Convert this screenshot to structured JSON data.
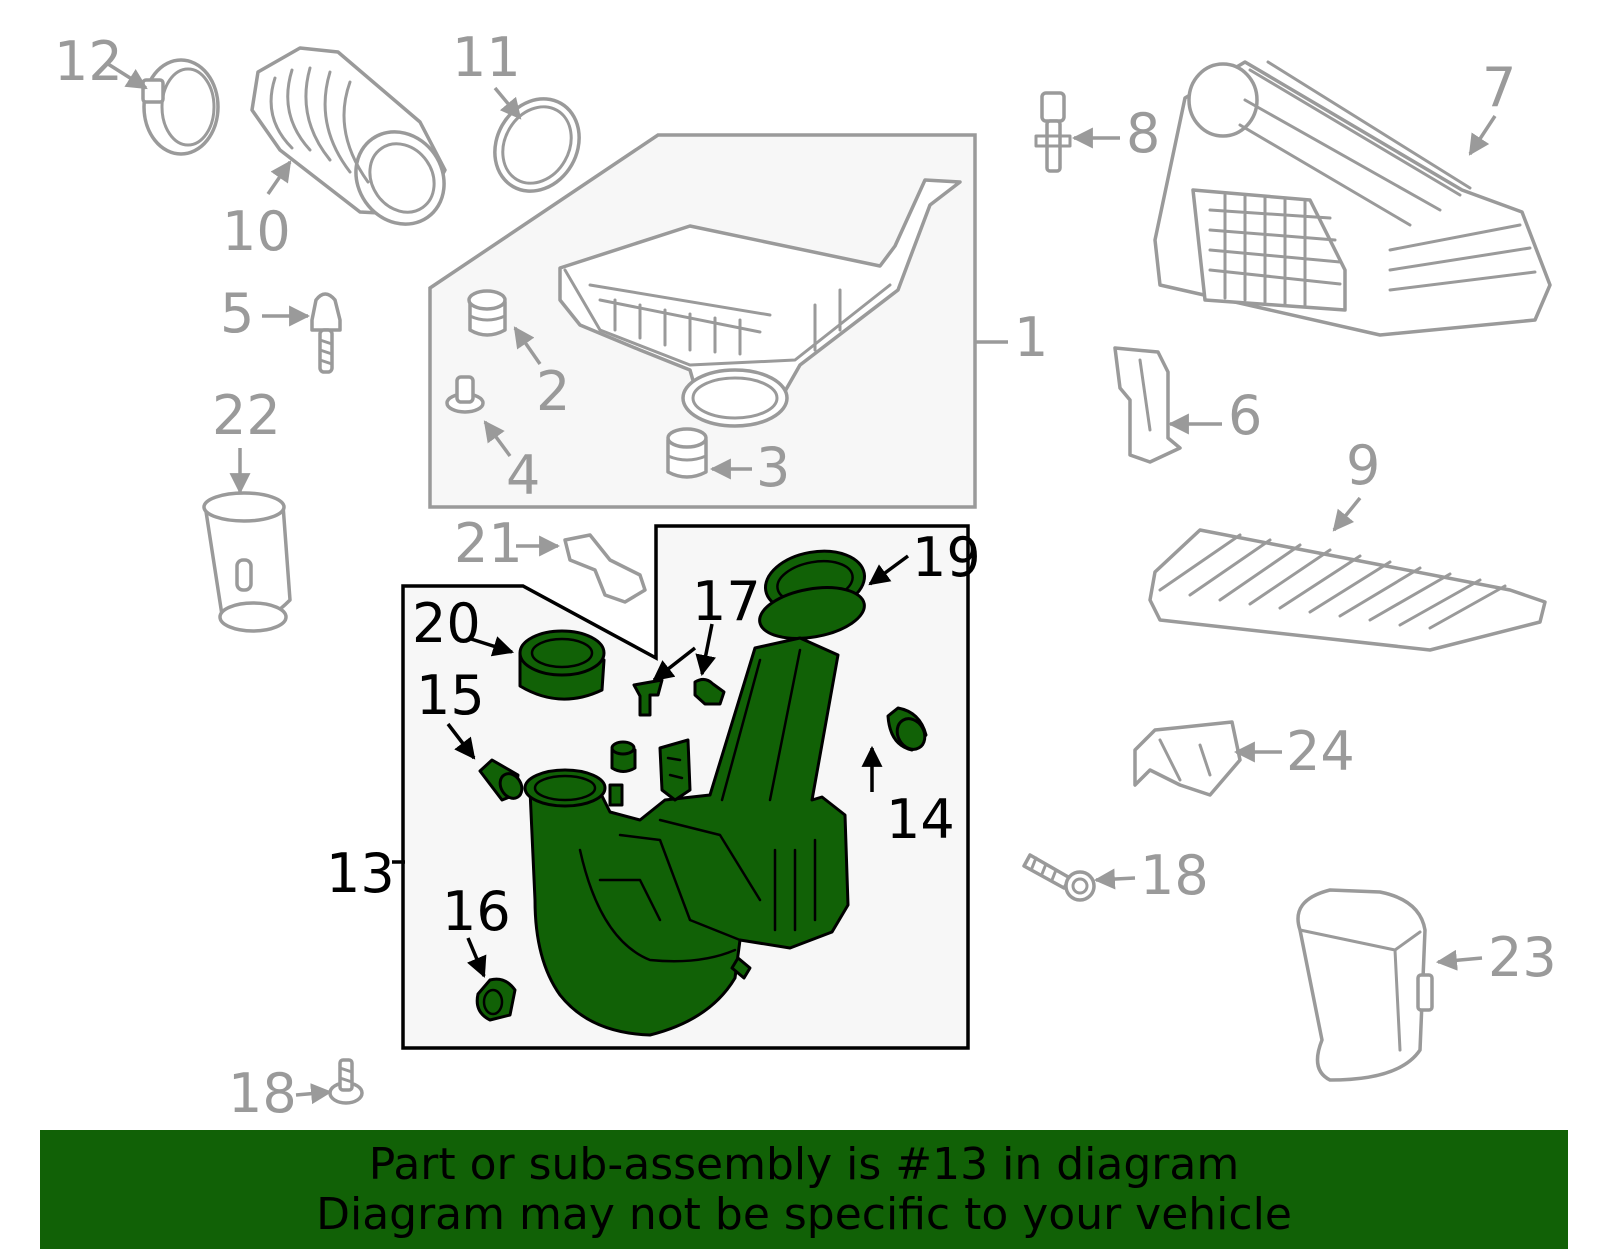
{
  "callouts": {
    "c1": "1",
    "c2": "2",
    "c3": "3",
    "c4": "4",
    "c5": "5",
    "c6": "6",
    "c7": "7",
    "c8": "8",
    "c9": "9",
    "c10": "10",
    "c11": "11",
    "c12": "12",
    "c13": "13",
    "c14": "14",
    "c15": "15",
    "c16": "16",
    "c17": "17",
    "c18a": "18",
    "c18b": "18",
    "c19": "19",
    "c20": "20",
    "c21": "21",
    "c22": "22",
    "c23": "23",
    "c24": "24"
  },
  "highlight": {
    "part_number": "13",
    "color": "#116106"
  },
  "colors": {
    "banner": "#116106",
    "part_gray": "#9a9a9a",
    "panel_fill": "#f7f7f7"
  },
  "banner": {
    "line1": "Part or sub-assembly is #13 in diagram",
    "line2": "Diagram may not be specific to your vehicle"
  }
}
